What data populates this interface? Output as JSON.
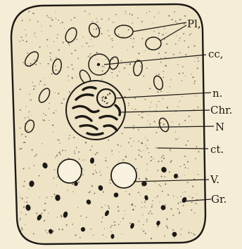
{
  "figure": {
    "background_color": "#f6edd6",
    "ink_color": "#1c1a16",
    "labels": {
      "pl": "Pl,",
      "cc": "cc,",
      "n": "n.",
      "chr": "Chr.",
      "N": "N",
      "ct": "ct.",
      "V": "V.",
      "gr": "Gr."
    }
  }
}
